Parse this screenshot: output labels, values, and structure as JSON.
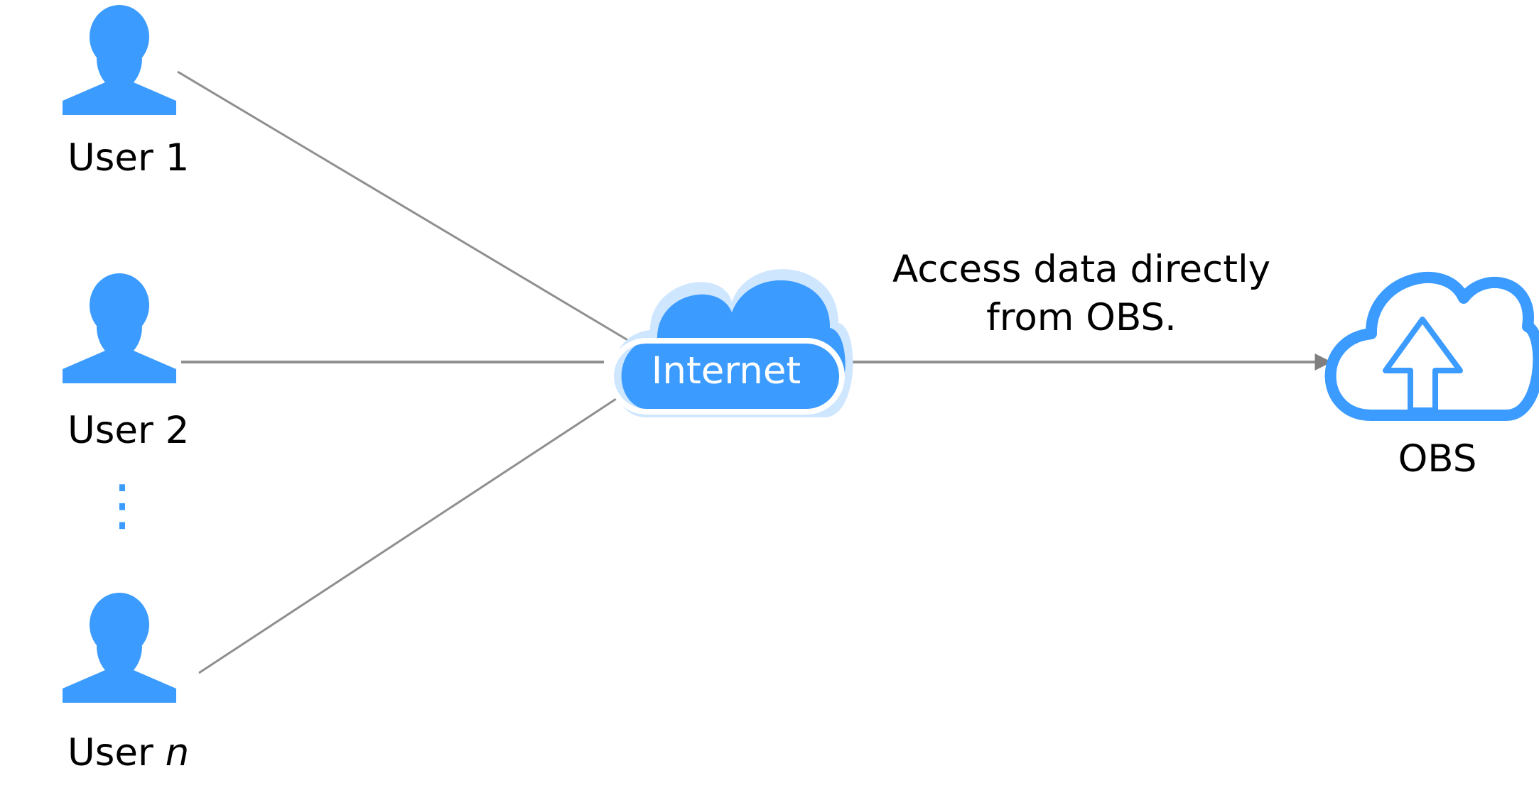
{
  "users": [
    {
      "label": "User 1",
      "suffix": ""
    },
    {
      "label": "User 2",
      "suffix": ""
    },
    {
      "label": "User ",
      "suffix": "n"
    }
  ],
  "ellipsis": "⋮",
  "internet": {
    "label": "Internet"
  },
  "obs": {
    "label": "OBS"
  },
  "edge": {
    "line1": "Access data directly",
    "line2": "from OBS."
  },
  "colors": {
    "icon_blue": "#3b9bff",
    "line_gray": "#8f8f8f",
    "text": "#000000"
  }
}
